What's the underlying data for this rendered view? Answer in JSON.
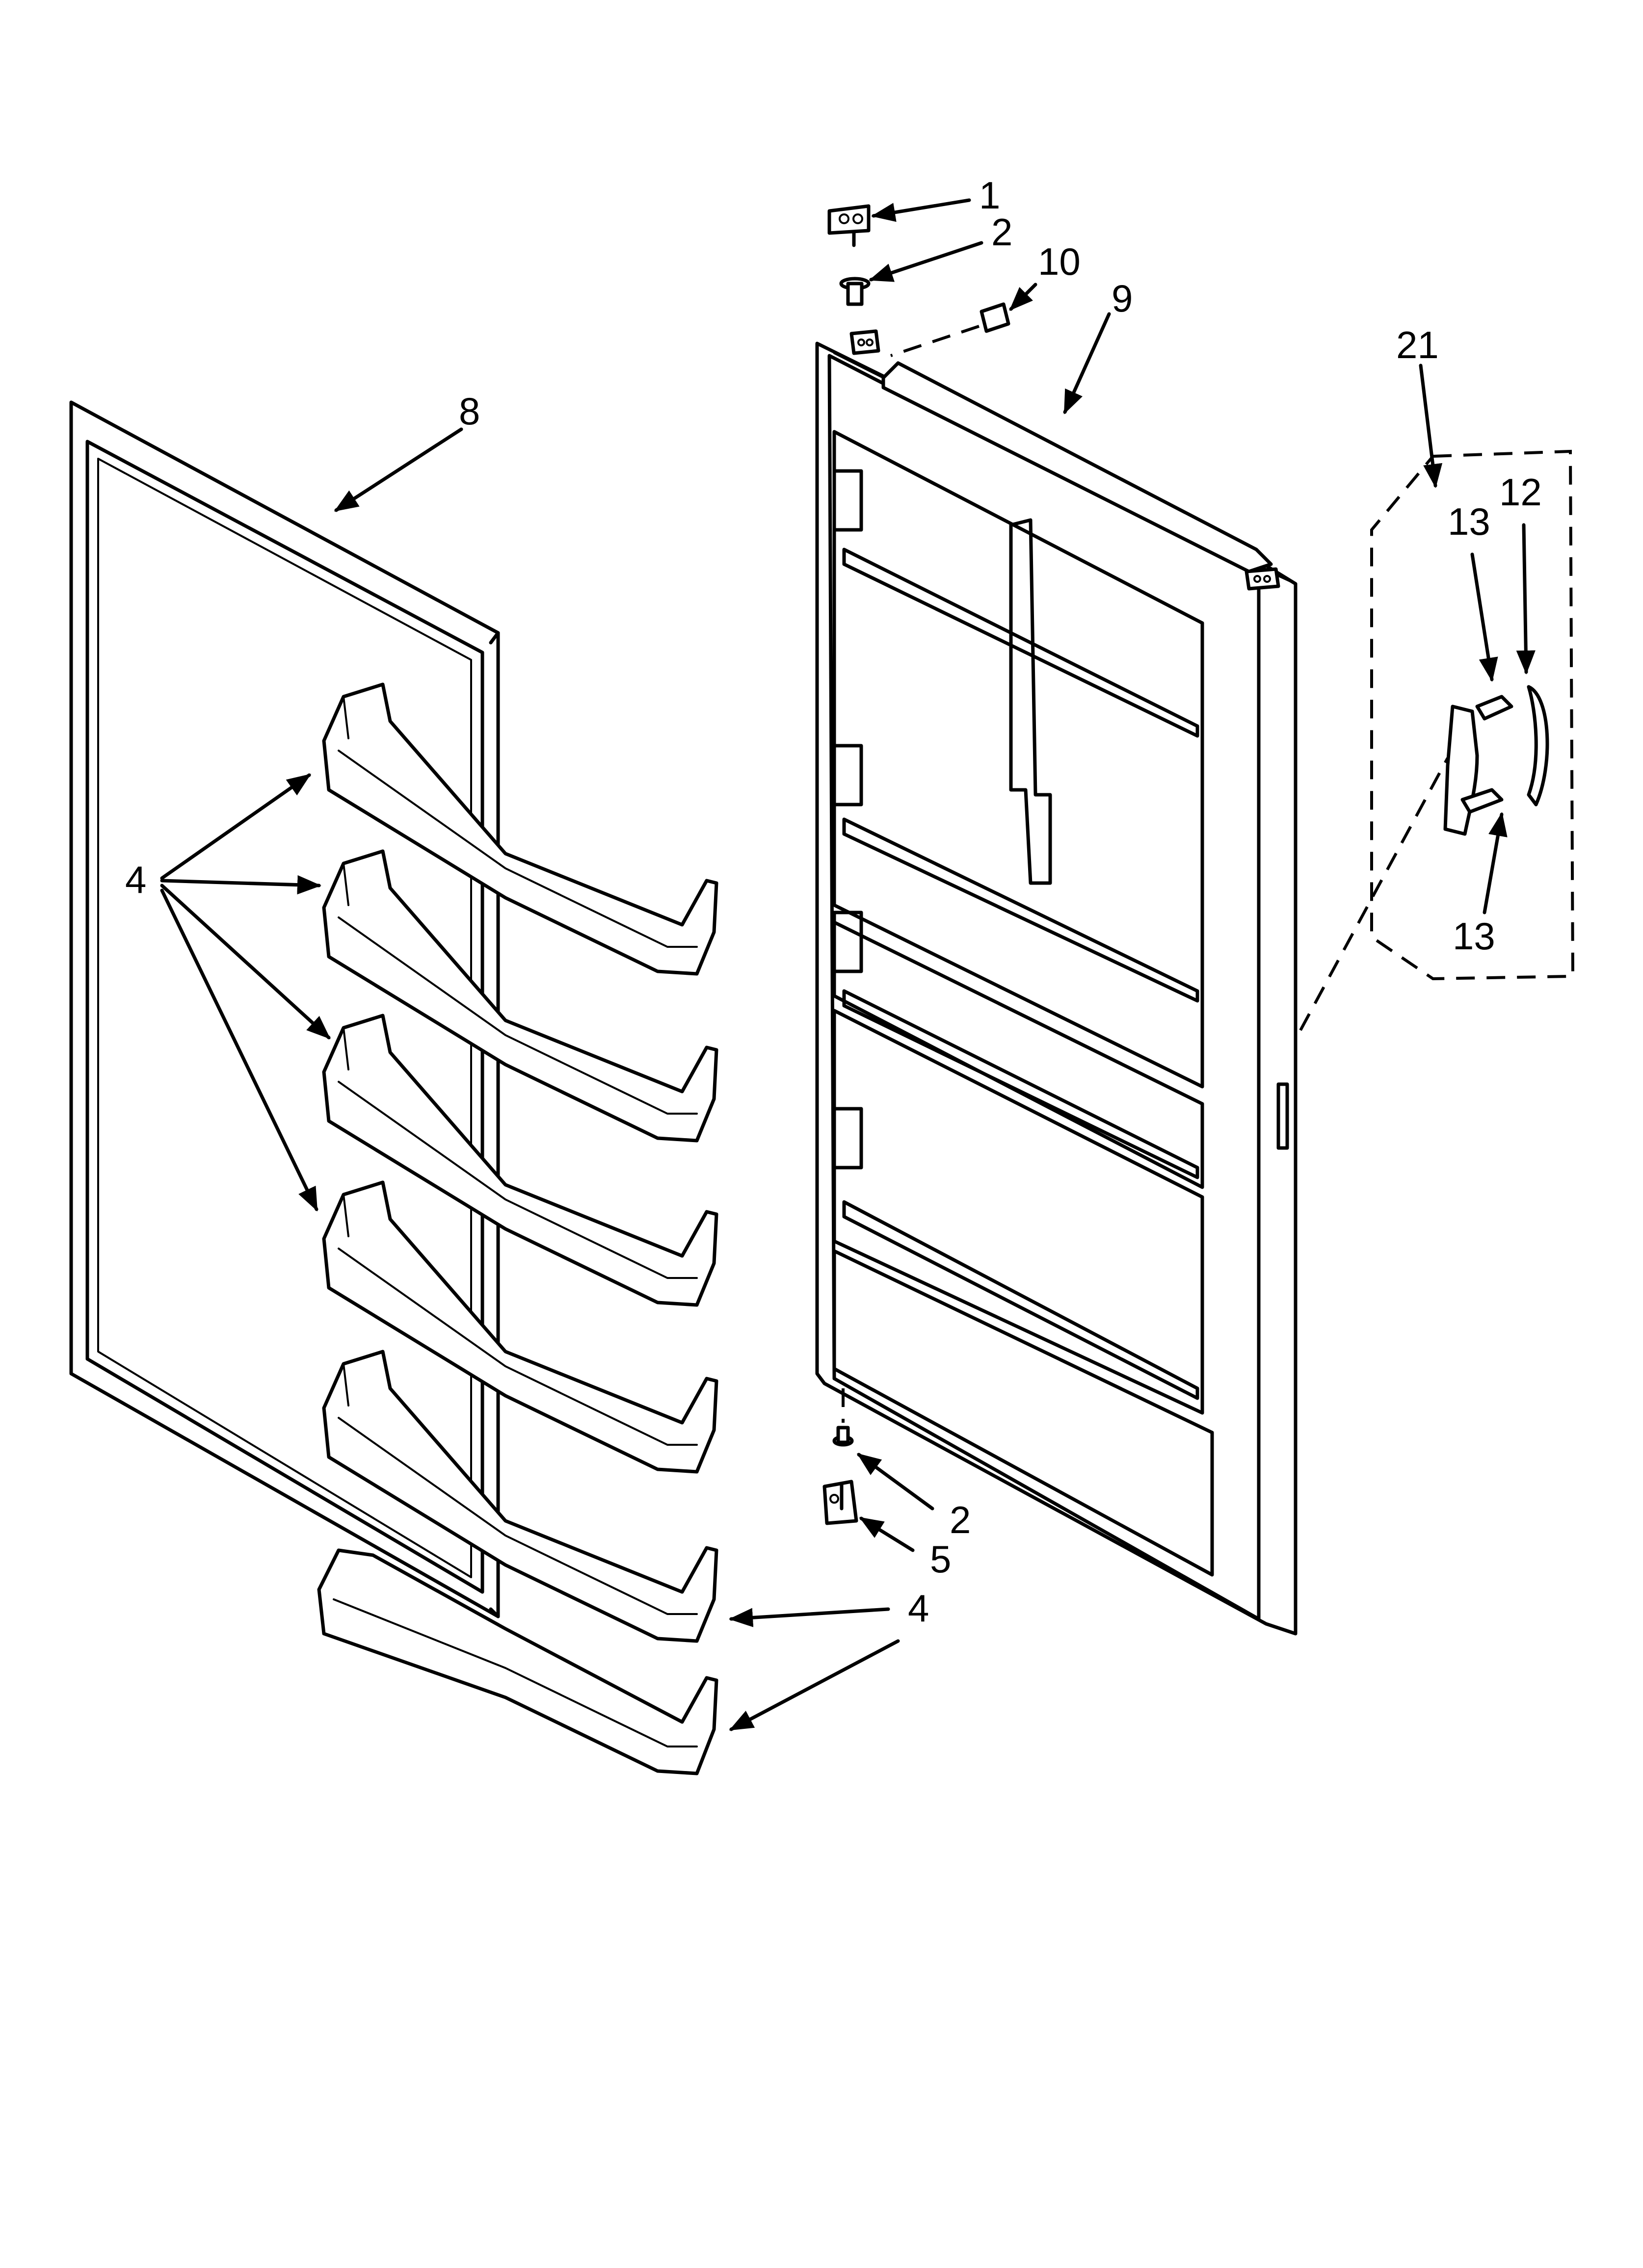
{
  "diagram": {
    "callouts": [
      {
        "id": "c1",
        "label": "1"
      },
      {
        "id": "c2-top",
        "label": "2"
      },
      {
        "id": "c10",
        "label": "10"
      },
      {
        "id": "c9",
        "label": "9"
      },
      {
        "id": "c21",
        "label": "21"
      },
      {
        "id": "c8",
        "label": "8"
      },
      {
        "id": "c13-top",
        "label": "13"
      },
      {
        "id": "c12",
        "label": "12"
      },
      {
        "id": "c4-left",
        "label": "4"
      },
      {
        "id": "c13-bottom",
        "label": "13"
      },
      {
        "id": "c2-bottom",
        "label": "2"
      },
      {
        "id": "c5",
        "label": "5"
      },
      {
        "id": "c4-right",
        "label": "4"
      }
    ]
  }
}
